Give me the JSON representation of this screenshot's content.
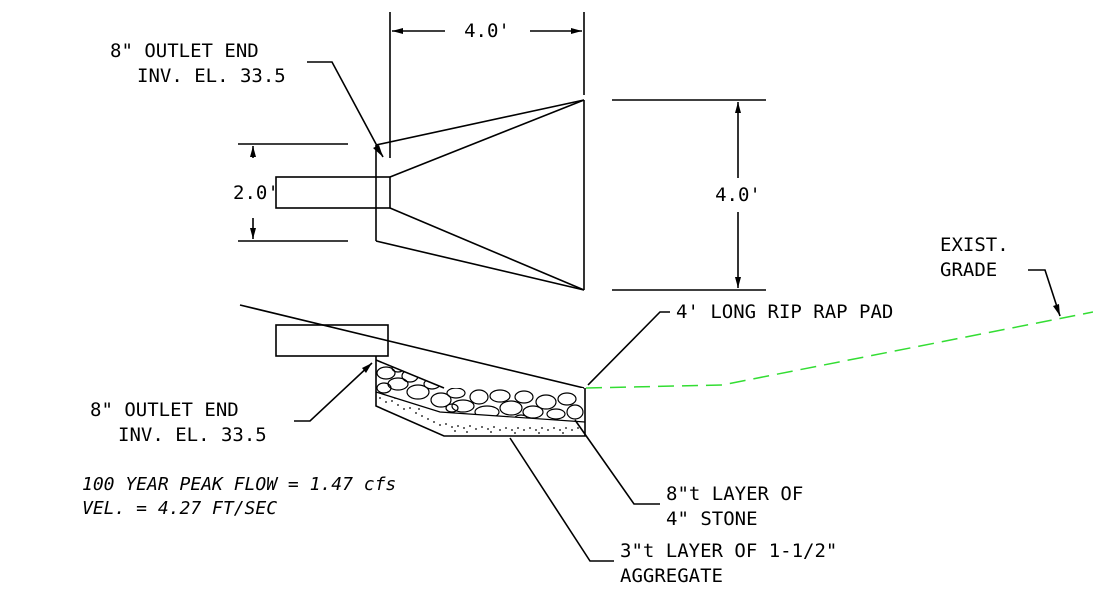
{
  "plan_view": {
    "top_dimension": "4.0'",
    "right_dimension": "4.0'",
    "pipe_dimension": "2.0'",
    "outlet_label_line1": "8\" OUTLET END",
    "outlet_label_line2": "INV. EL. 33.5"
  },
  "profile_view": {
    "outlet_label_line1": "8\" OUTLET END",
    "outlet_label_line2": "INV. EL. 33.5",
    "pad_label": "4' LONG RIP RAP PAD",
    "exist_grade_line1": "EXIST.",
    "exist_grade_line2": "GRADE",
    "stone_label_line1": "8\"t LAYER OF",
    "stone_label_line2": "4\" STONE",
    "aggregate_label_line1": "3\"t LAYER OF 1-1/2\"",
    "aggregate_label_line2": "AGGREGATE"
  },
  "notes": {
    "peak_flow": "100 YEAR PEAK FLOW = 1.47 cfs",
    "velocity": "VEL. = 4.27 FT/SEC"
  },
  "colors": {
    "linework": "#000000",
    "existing_grade": "#33dd33"
  }
}
